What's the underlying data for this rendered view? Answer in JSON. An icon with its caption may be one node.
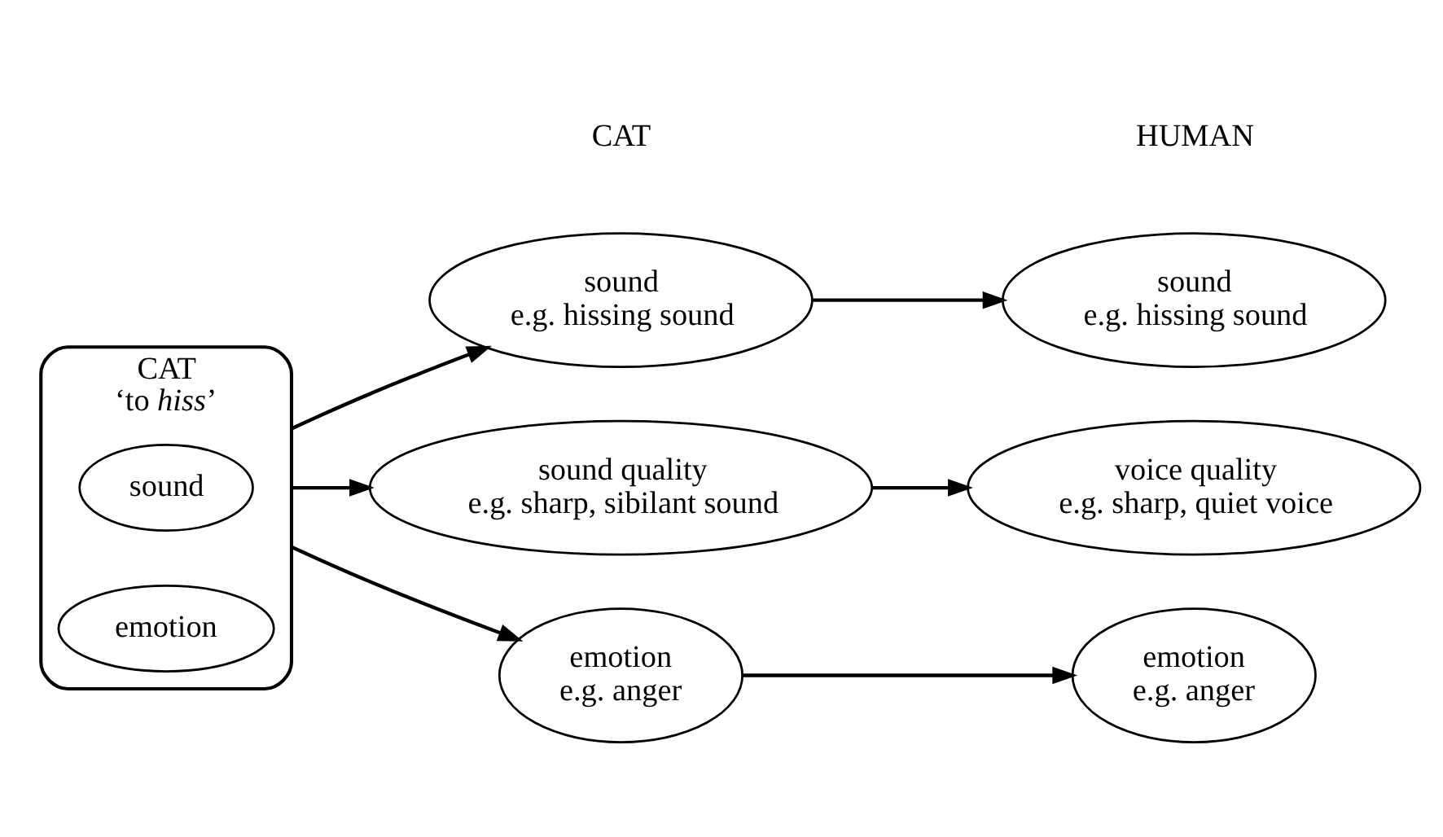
{
  "diagram": {
    "nodes": [
      {
        "text": [
          "CAT",
          "‘to *hiss*’"
        ]
      },
      {
        "text": [
          "sound"
        ],
        "in": 0
      },
      {
        "text": [
          "emotion"
        ],
        "in": 0
      },
      {
        "text": [
          "sound",
          "e.g. hissing sound"
        ]
      },
      {
        "text": [
          "sound",
          "e.g. hissing sound"
        ]
      },
      {
        "text": [
          "sound quality",
          "e.g. sharp, sibilant sound"
        ]
      },
      {
        "text": [
          "voice quality",
          "e.g. sharp, quiet voice"
        ]
      },
      {
        "text": [
          "emotion",
          "e.g. anger"
        ]
      },
      {
        "text": [
          "emotion",
          "e.g. anger"
        ]
      }
    ],
    "edges": [
      {
        "from": 0,
        "to": 3,
        "arrow": "to"
      },
      {
        "from": 0,
        "to": 5,
        "arrow": "to"
      },
      {
        "from": 0,
        "to": 7,
        "arrow": "to"
      },
      {
        "from": 3,
        "to": 4,
        "arrow": "to"
      },
      {
        "from": 5,
        "to": 6,
        "arrow": "to"
      },
      {
        "from": 7,
        "to": 8,
        "arrow": "to"
      }
    ],
    "labels": [
      "CAT",
      "HUMAN"
    ]
  }
}
